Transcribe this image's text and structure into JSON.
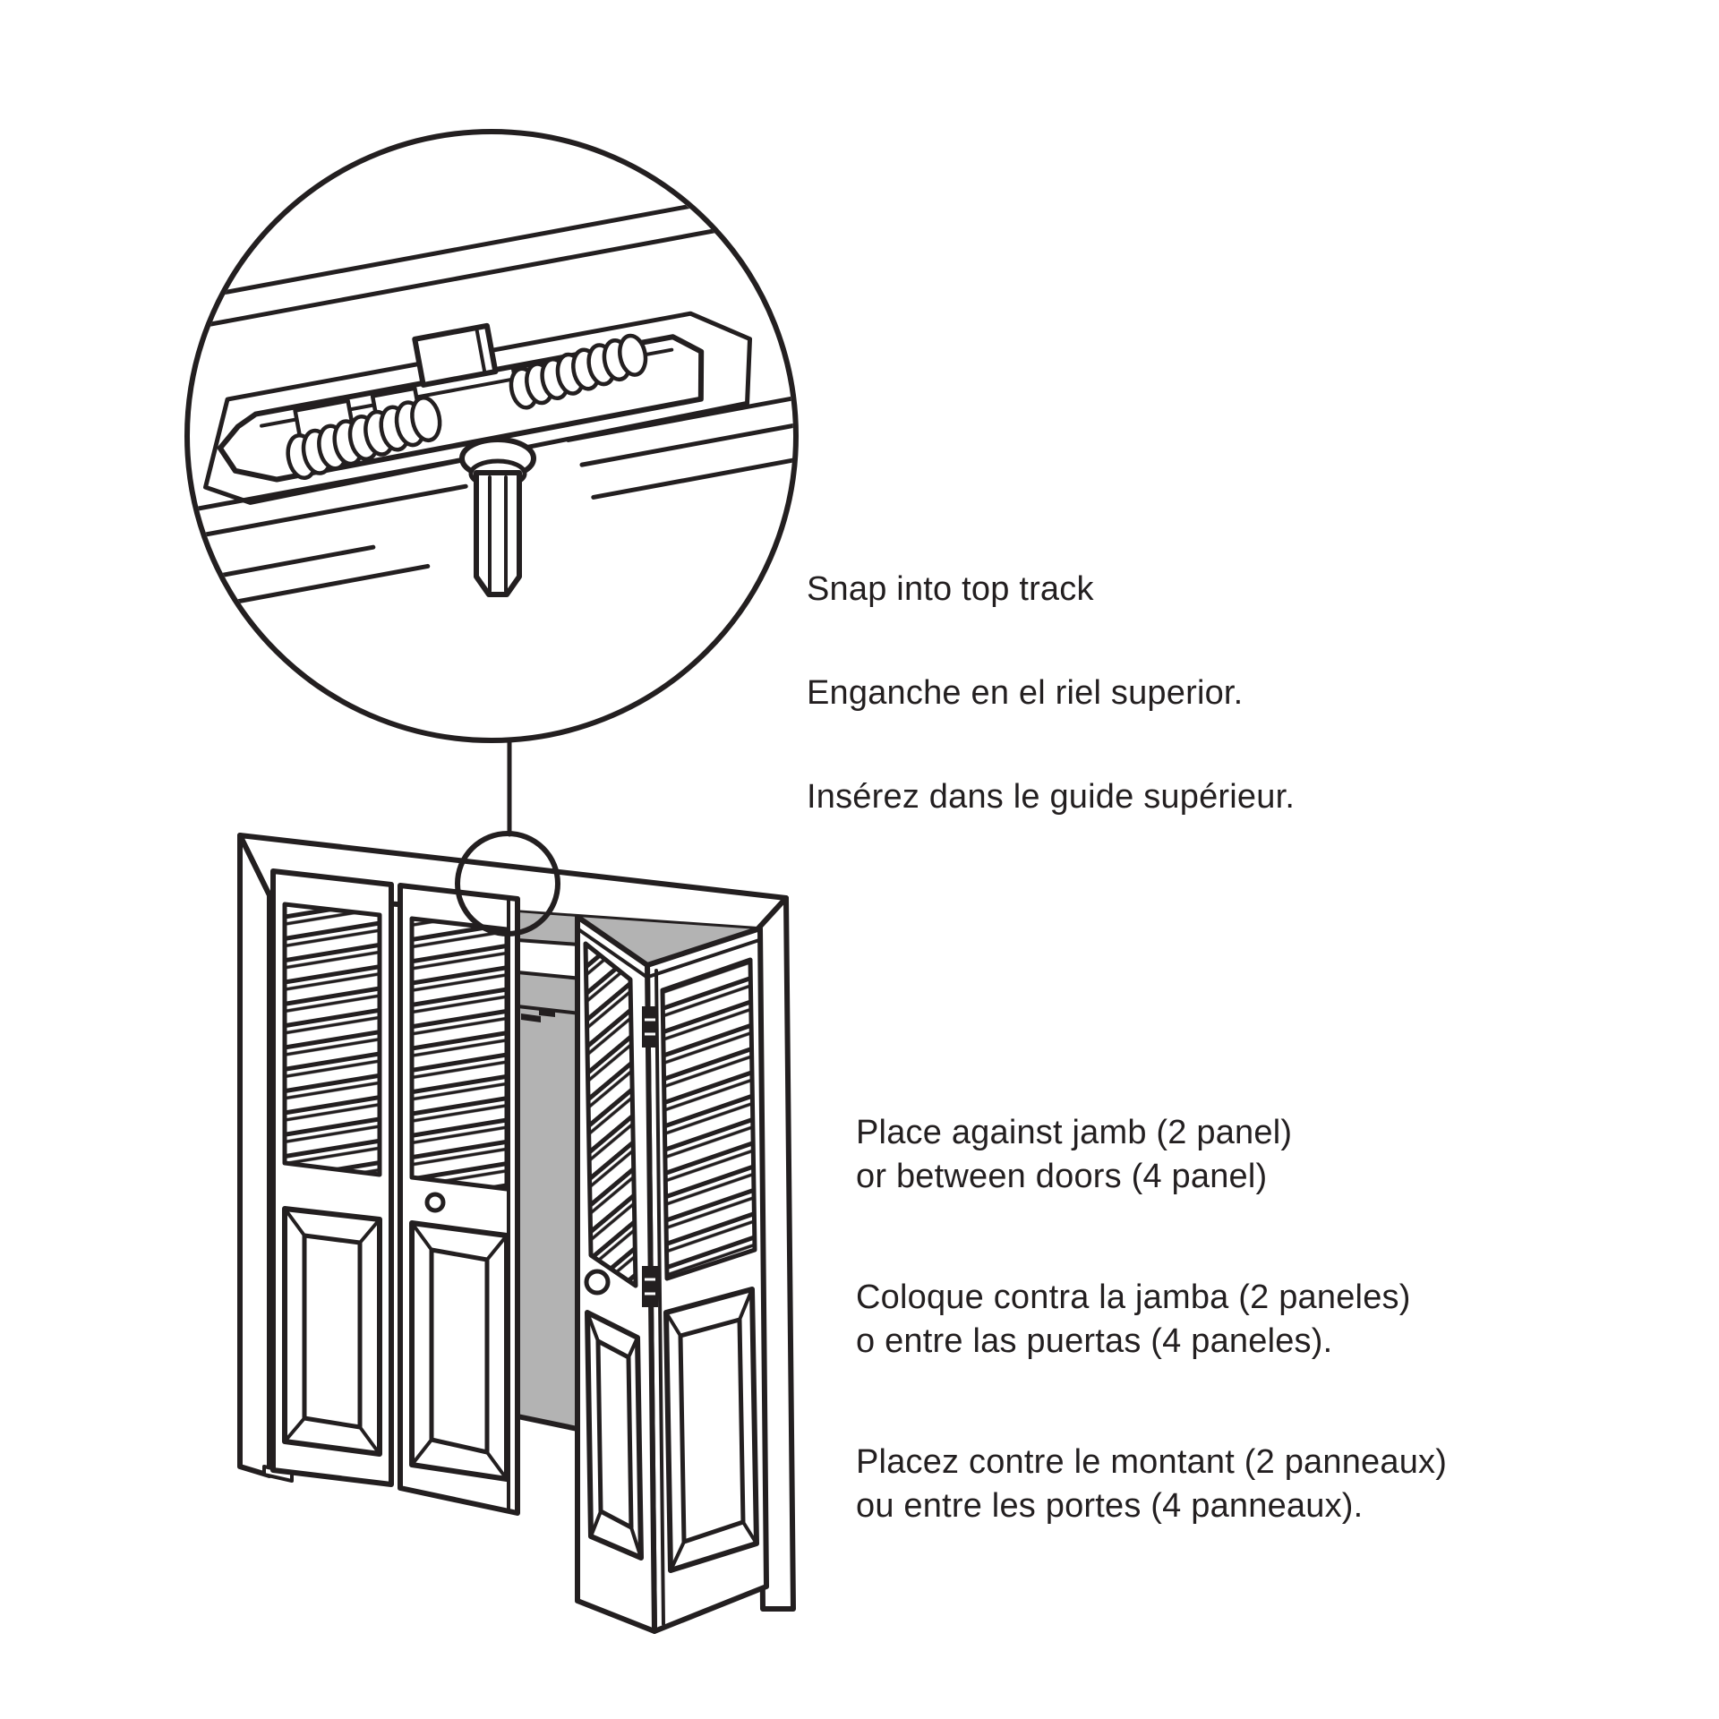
{
  "captions": {
    "snap": {
      "en": "Snap into top track",
      "es": "Enganche en el riel superior.",
      "fr": "Insérez dans le guide supérieur."
    },
    "place": {
      "en": "Place against jamb (2 panel)\nor between doors (4 panel)",
      "es": "Coloque contra la jamba (2 paneles)\no entre las puertas (4 paneles).",
      "fr": "Placez contre le montant (2 panneaux)\nou entre les portes (4 panneaux)."
    }
  },
  "illustration": {
    "detail_view": "top-track snap-in guide (magnified circle)",
    "main_view": "four-panel louvered bifold doors, right pair folded open",
    "colors": {
      "line": "#231f20",
      "shade": "#b3b3b3",
      "background": "#ffffff"
    }
  }
}
